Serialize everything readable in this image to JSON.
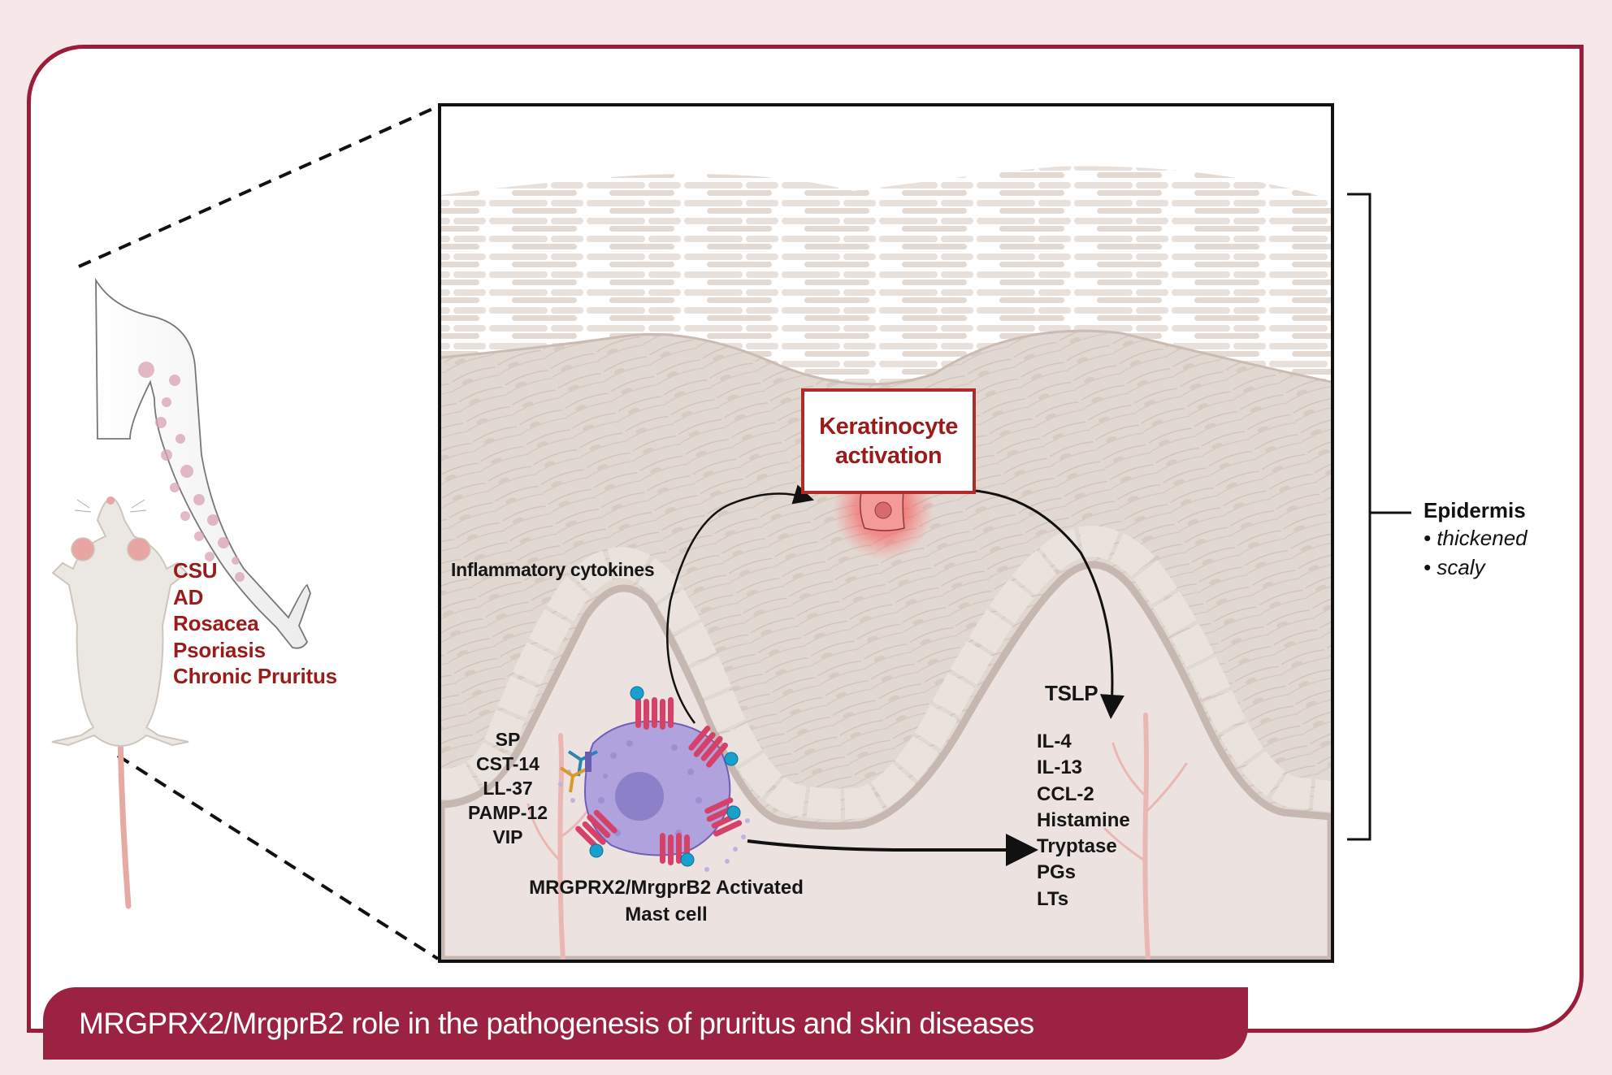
{
  "title_banner": "MRGPRX2/MrgprB2 role in the pathogenesis of pruritus and skin diseases",
  "diseases": [
    "CSU",
    "AD",
    "Rosacea",
    "Psoriasis",
    "Chronic Pruritus"
  ],
  "keratinocyte_box": {
    "line1": "Keratinocyte",
    "line2": "activation"
  },
  "inflammatory_label": "Inflammatory cytokines",
  "ligands": [
    "SP",
    "CST-14",
    "LL-37",
    "PAMP-12",
    "VIP"
  ],
  "mast_cell_label": {
    "line1": "MRGPRX2/MrgprB2 Activated",
    "line2": "Mast cell"
  },
  "tslp_label": "TSLP",
  "mediators": [
    "IL-4",
    "IL-13",
    "CCL-2",
    "Histamine",
    "Tryptase",
    "PGs",
    "LTs"
  ],
  "epidermis": {
    "title": "Epidermis",
    "bullets": [
      "• thickened",
      "• scaly"
    ]
  },
  "colors": {
    "accent": "#9b2240",
    "frame": "#9b1d3a",
    "disease_text": "#9b1b1b",
    "page_background": "#f6e8e9",
    "mast_cell": "#a99ad6",
    "receptor": "#d6416a",
    "ligand_ball": "#1aa0cf",
    "keratinocyte": "#f08c8c"
  },
  "icons": {
    "arm": "human-arm-with-rash-icon",
    "mouse": "mouse-icon",
    "mast_cell": "mast-cell-icon",
    "keratinocyte": "activated-keratinocyte-icon",
    "skin": "skin-cross-section-icon"
  }
}
